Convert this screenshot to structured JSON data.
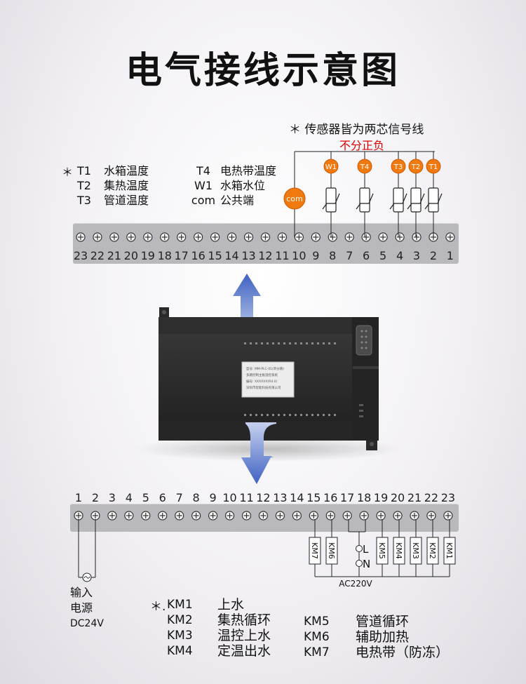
{
  "title": "电气接线示意图",
  "sensor_note": "＊ 传感器皆为两芯信号线",
  "polarity_note": "不分正负",
  "legend": {
    "star": "＊",
    "left": [
      {
        "code": "T1",
        "name": "水箱温度"
      },
      {
        "code": "T2",
        "name": "集热温度"
      },
      {
        "code": "T3",
        "name": "管道温度"
      }
    ],
    "right": [
      {
        "code": "T4",
        "name": "电热带温度"
      },
      {
        "code": "W1",
        "name": "水箱水位"
      },
      {
        "code": "com",
        "name": "公共端"
      }
    ]
  },
  "top_terminals": [
    "23",
    "22",
    "21",
    "20",
    "19",
    "18",
    "17",
    "16",
    "15",
    "14",
    "13",
    "12",
    "11",
    "10",
    "9",
    "8",
    "7",
    "6",
    "5",
    "4",
    "3",
    "2",
    "1"
  ],
  "sensor_badges": {
    "com": "com",
    "W1": "W1",
    "T4": "T4",
    "T3": "T3",
    "T2": "T2",
    "T1": "T1"
  },
  "plc_label": [
    "型号: MM-PLC-01(单分路)",
    "多路控制主板温控系统",
    "编号: XXXXXX(R4.0)",
    "深圳市智能科技有限公司"
  ],
  "bottom_terminals": [
    "1",
    "2",
    "3",
    "4",
    "5",
    "6",
    "7",
    "8",
    "9",
    "10",
    "11",
    "12",
    "13",
    "14",
    "15",
    "16",
    "17",
    "18",
    "19",
    "20",
    "21",
    "22",
    "23"
  ],
  "contactors": [
    "KM7",
    "KM6",
    "KM5",
    "KM4",
    "KM3",
    "KM2",
    "KM1"
  ],
  "ac": {
    "L": "L",
    "N": "N",
    "voltage": "AC220V"
  },
  "power": {
    "line1": "输入",
    "line2": "电源",
    "line3": "DC24V"
  },
  "bottom_legend": {
    "star": "＊.",
    "left": [
      {
        "code": "KM1",
        "name": "上水"
      },
      {
        "code": "KM2",
        "name": "集热循环"
      },
      {
        "code": "KM3",
        "name": "温控上水"
      },
      {
        "code": "KM4",
        "name": "定温出水"
      }
    ],
    "right": [
      {
        "code": "KM5",
        "name": "管道循环"
      },
      {
        "code": "KM6",
        "name": "辅助加热"
      },
      {
        "code": "KM7",
        "name": "电热带（防冻）"
      }
    ]
  },
  "colors": {
    "badge": "#f07a10",
    "arrow": "#4a6fc9",
    "plc_body": "#2b2b2b",
    "strip": "#b9b9bd",
    "polarity": "#e00000"
  }
}
